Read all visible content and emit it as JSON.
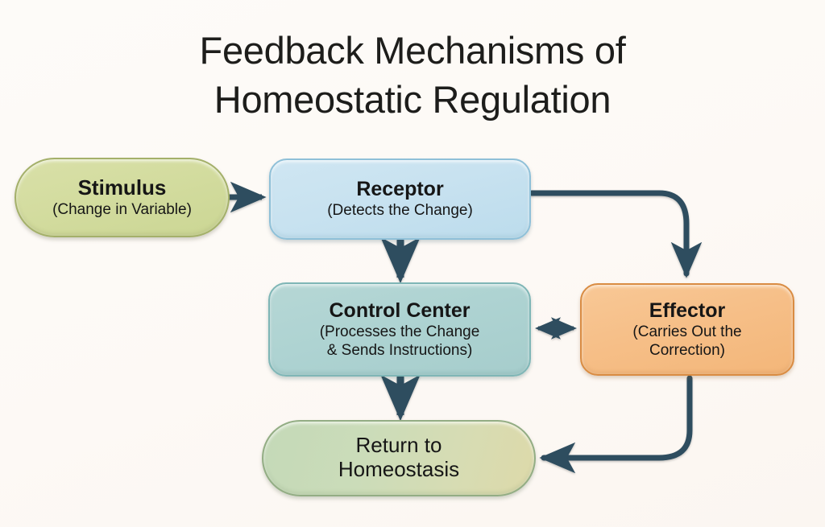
{
  "title": "Feedback Mechanisms of\nHomeostatic Regulation",
  "colors": {
    "background": "#fdfaf6",
    "title_text": "#1d1d1b",
    "arrow": "#2e4d5e",
    "stimulus_fill": "#d3dc9f",
    "stimulus_border": "#a4b06a",
    "receptor_fill": "#c8e2f0",
    "receptor_border": "#8fc0d8",
    "control_fill": "#aed3d2",
    "control_border": "#7fb6b6",
    "effector_fill": "#f6bf88",
    "effector_border": "#d98c43",
    "return_fill": "#cbdcb9",
    "return_border": "#93ad84"
  },
  "nodes": {
    "stimulus": {
      "title": "Stimulus",
      "subtitle": "(Change in Variable)"
    },
    "receptor": {
      "title": "Receptor",
      "subtitle": "(Detects the Change)"
    },
    "control_center": {
      "title": "Control Center",
      "subtitle": "(Processes the Change\n& Sends Instructions)"
    },
    "effector": {
      "title": "Effector",
      "subtitle": "(Carries Out the\nCorrection)"
    },
    "return_homeostasis": {
      "title": "Return to\nHomeostasis",
      "subtitle": ""
    }
  },
  "connections": [
    {
      "name": "stimulus-to-receptor",
      "from": "stimulus",
      "to": "receptor",
      "style": "straight-horizontal",
      "direction": "one-way"
    },
    {
      "name": "receptor-to-control",
      "from": "receptor",
      "to": "control_center",
      "style": "straight-vertical",
      "direction": "one-way"
    },
    {
      "name": "receptor-to-effector",
      "from": "receptor",
      "to": "effector",
      "style": "curved",
      "direction": "one-way"
    },
    {
      "name": "control-to-effector",
      "from": "control_center",
      "to": "effector",
      "style": "straight-horizontal",
      "direction": "two-way"
    },
    {
      "name": "control-to-return",
      "from": "control_center",
      "to": "return_homeostasis",
      "style": "straight-vertical",
      "direction": "one-way"
    },
    {
      "name": "effector-to-return",
      "from": "effector",
      "to": "return_homeostasis",
      "style": "curved",
      "direction": "one-way"
    }
  ]
}
